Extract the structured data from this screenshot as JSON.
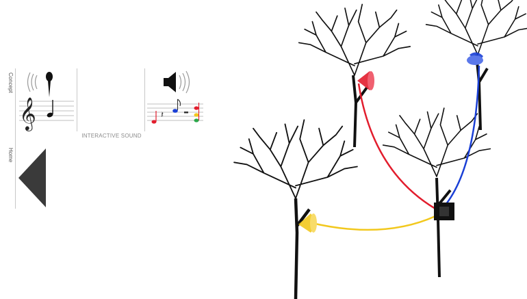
{
  "nav": {
    "concept_label": "Concept",
    "home_label": "Home"
  },
  "caption": "INTERACTIVE SOUND",
  "icons": {
    "microphone": "microphone-icon",
    "speaker": "speaker-icon",
    "treble_clef": "treble-clef-icon",
    "home_arrow": "left-triangle-arrow-icon"
  },
  "scene": {
    "trees": 4,
    "speaker_colors": [
      "#e21d2d",
      "#1a3fd6",
      "#f2c81d"
    ],
    "hub_color": "#111111"
  }
}
